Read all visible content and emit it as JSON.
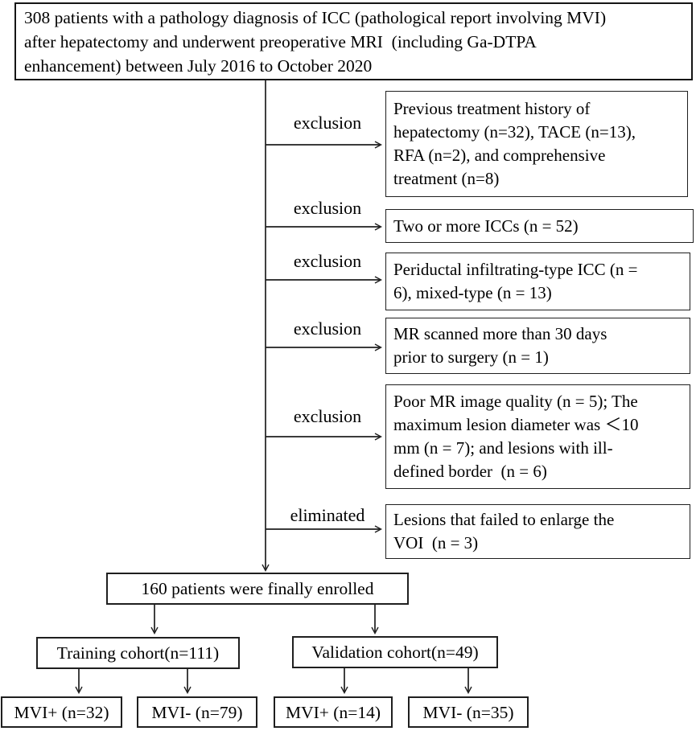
{
  "flowchart": {
    "top_box": {
      "text": "308 patients with a pathology diagnosis of ICC (pathological report involving MVI)\nafter hepatectomy and underwent preoperative MRI  (including Ga-DTPA\nenhancement) between July 2016 to October 2020"
    },
    "branches": [
      {
        "label": "exclusion",
        "box_text": "Previous treatment history of\nhepatectomy (n=32), TACE (n=13),\nRFA (n=2), and comprehensive\ntreatment (n=8)"
      },
      {
        "label": "exclusion",
        "box_text": "Two or more ICCs (n = 52)"
      },
      {
        "label": "exclusion",
        "box_text": "Periductal infiltrating-type ICC (n =\n6), mixed-type (n = 13)"
      },
      {
        "label": "exclusion",
        "box_text": "MR scanned more than 30 days\nprior to surgery (n = 1)"
      },
      {
        "label": "exclusion",
        "box_text": "Poor MR image quality (n = 5); The\nmaximum lesion diameter was ＜10\nmm (n = 7); and lesions with ill-\ndefined border  (n = 6)"
      },
      {
        "label": "eliminated",
        "box_text": "Lesions that failed to enlarge the\nVOI  (n = 3)"
      }
    ],
    "enrolled_box": {
      "text": "160 patients were finally enrolled"
    },
    "cohorts": [
      {
        "label": "Training cohort(n=111)"
      },
      {
        "label": "Validation cohort(n=49)"
      }
    ],
    "outcomes": [
      {
        "label": "MVI+ (n=32)"
      },
      {
        "label": "MVI- (n=79)"
      },
      {
        "label": "MVI+ (n=14)"
      },
      {
        "label": "MVI- (n=35)"
      }
    ]
  },
  "colors": {
    "background": "#ffffff",
    "text": "#000000",
    "line": "#1f1f1f"
  }
}
